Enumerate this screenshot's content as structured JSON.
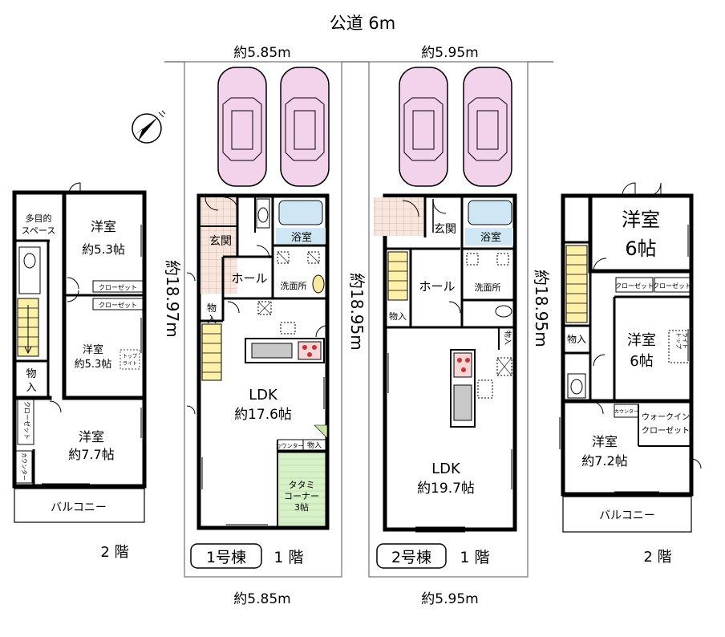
{
  "road": "公道 6m",
  "dims": {
    "width1": "約5.85m",
    "width2": "約5.95m",
    "depth1": "約18.97m",
    "depth2": "約18.95m"
  },
  "unit1": {
    "badge": "1号棟",
    "f1": {
      "floor": "1 階",
      "entrance": "玄関",
      "bath": "浴室",
      "hall": "ホール",
      "washroom": "洗面所",
      "storage_1": "物",
      "storage_2": "入",
      "ldk_name": "LDK",
      "ldk_size": "約17.6帖",
      "counter": "カウンター",
      "storage_small": "物入",
      "tatami_1": "タタミ",
      "tatami_2": "コーナー",
      "tatami_3": "3帖"
    },
    "f2": {
      "floor": "2 階",
      "multi_space_1": "多目的",
      "multi_space_2": "スペース",
      "room_a_name": "洋室",
      "room_a_size": "約5.3帖",
      "closet": "クローゼット",
      "room_b_name": "洋室",
      "room_b_size": "約5.3帖",
      "toplight_1": "トップ",
      "toplight_2": "ライト",
      "storage_1": "物",
      "storage_2": "入",
      "counter": "カウンター",
      "room_c_name": "洋室",
      "room_c_size": "約7.7帖",
      "balcony": "バルコニー"
    }
  },
  "unit2": {
    "badge": "2号棟",
    "f1": {
      "floor": "1 階",
      "entrance": "玄関",
      "bath": "浴室",
      "hall": "ホール",
      "washroom": "洗面所",
      "storage": "物入",
      "ldk_name": "LDK",
      "ldk_size": "約19.7帖"
    },
    "f2": {
      "floor": "2 階",
      "room_a_name": "洋室",
      "room_a_size": "6帖",
      "closet": "クローゼット",
      "storage": "物入",
      "room_b_name": "洋室",
      "room_b_size": "6帖",
      "toplight_1": "トップ",
      "toplight_2": "ライト",
      "counter": "カウンター",
      "walkin_1": "ウォークイン",
      "walkin_2": "クローゼット",
      "room_c_name": "洋室",
      "room_c_size": "約7.2帖",
      "balcony": "バルコニー"
    }
  }
}
